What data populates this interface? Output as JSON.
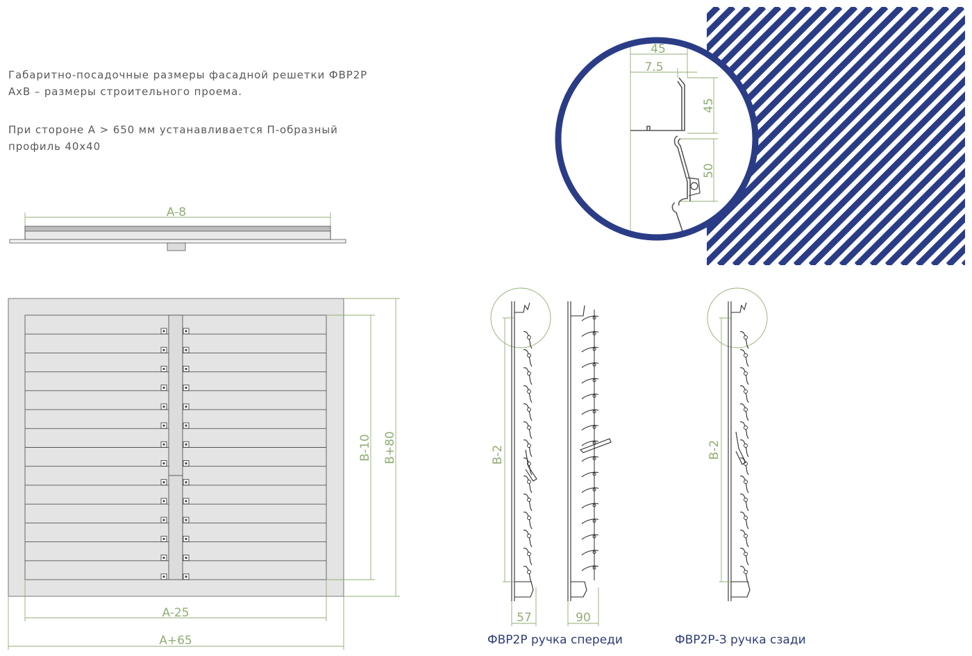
{
  "description": {
    "line1": "Габаритно-посадочные размеры фасадной решетки ФВР2Р",
    "line2": "АхВ – размеры строительного проема.",
    "line3": "При стороне А > 650 мм устанавливается П-образный",
    "line4": "профиль 40х40"
  },
  "dimensions": {
    "top_width": "A-8",
    "inner_width": "A-25",
    "outer_width": "A+65",
    "inner_height": "B-10",
    "outer_height": "B+80",
    "side_height_front": "B-2",
    "side_height_rear": "B-2",
    "depth_front": "57",
    "depth_section": "90",
    "detail_top_width": "45",
    "detail_offset": "7.5",
    "detail_frame_height": "45",
    "detail_blade_height": "50"
  },
  "captions": {
    "front_handle": "ФВР2Р ручка спереди",
    "rear_handle": "ФВР2Р-З ручка сзади"
  },
  "colors": {
    "navy": "#2b3c87",
    "dimension": "#8fae73",
    "panel": "#e4e4e4"
  }
}
